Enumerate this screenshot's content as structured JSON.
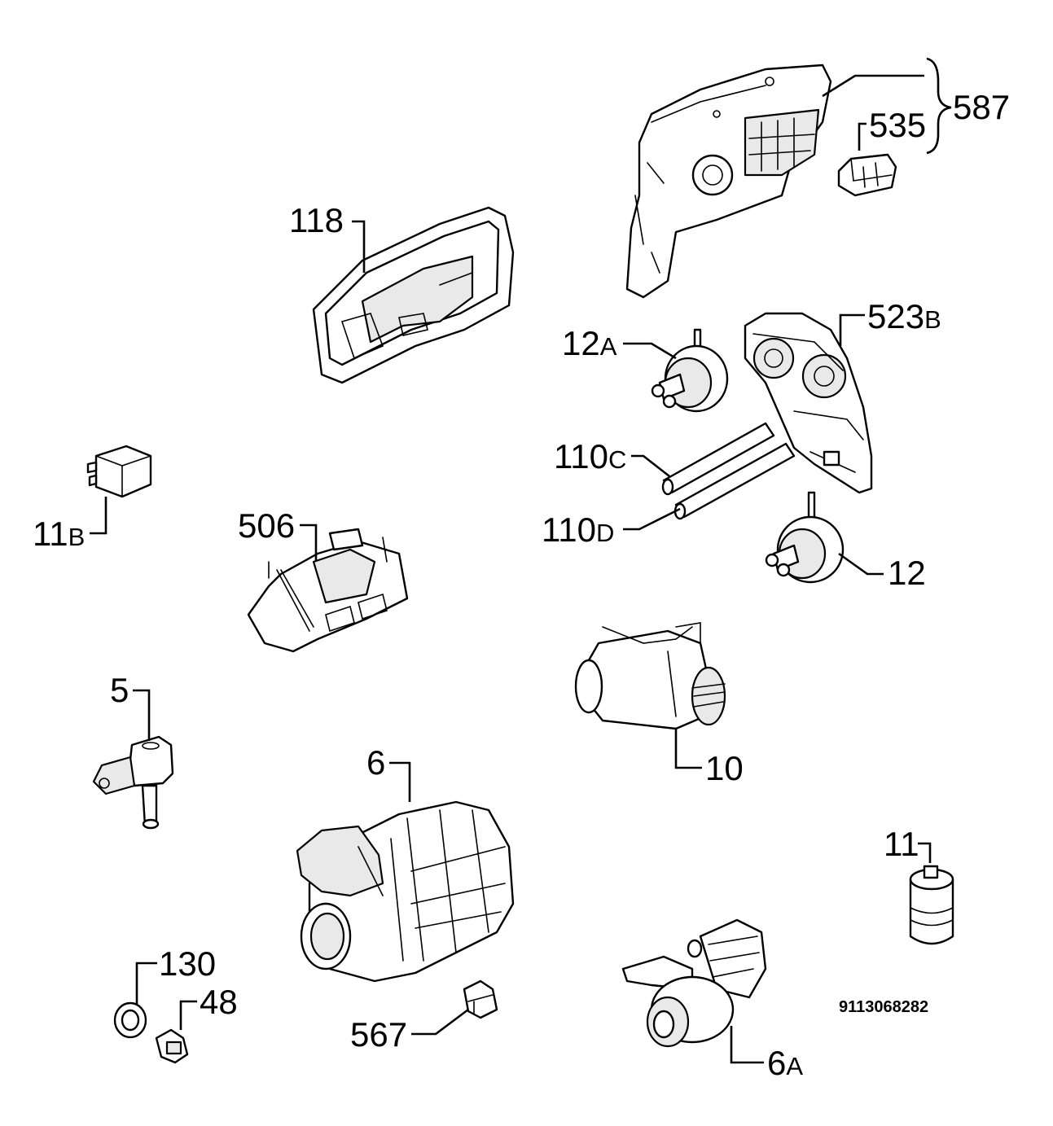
{
  "diagram_code": "9113068282",
  "labels": {
    "l587": "587",
    "l535": "535",
    "l118": "118",
    "l523": "523",
    "l523_suffix": "B",
    "l12a": "12",
    "l12a_suffix": "A",
    "l110c": "110",
    "l110c_suffix": "C",
    "l110d": "110",
    "l110d_suffix": "D",
    "l11b": "11",
    "l11b_suffix": "B",
    "l506": "506",
    "l12": "12",
    "l5": "5",
    "l10": "10",
    "l6": "6",
    "l11": "11",
    "l130": "130",
    "l48": "48",
    "l567": "567",
    "l6a": "6",
    "l6a_suffix": "A"
  }
}
